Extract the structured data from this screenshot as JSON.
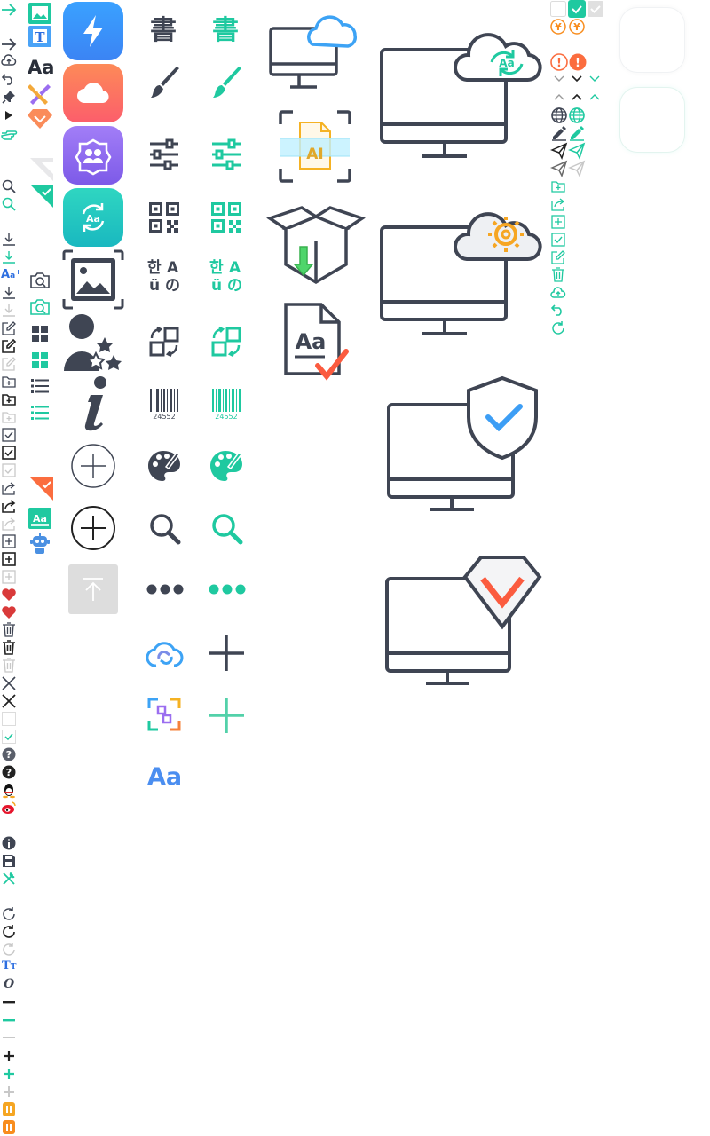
{
  "sprite": {
    "colors": {
      "dark": "#3f4553",
      "teal": "#1fc9a0",
      "light_gray": "#c8c8c8",
      "blue": "#3d9ef5",
      "orange": "#fb6d3f",
      "red": "#e13a3a",
      "yellow": "#f6a623"
    },
    "text_glyphs": {
      "font_aa_large": "Aa",
      "font_aa_small": "Aa",
      "font_aa_plus": "A",
      "shu_char": "書",
      "lang_ko": "한",
      "lang_a": "A",
      "lang_u": "ü",
      "lang_no": "の",
      "barcode_number": "24552",
      "ai_label": "AI",
      "doc_aa": "Aa",
      "cloud_aa": "Aa",
      "tt_letter": "T",
      "italic_o": "O",
      "text_t": "T",
      "yen": "¥",
      "exclaim": "!"
    }
  }
}
